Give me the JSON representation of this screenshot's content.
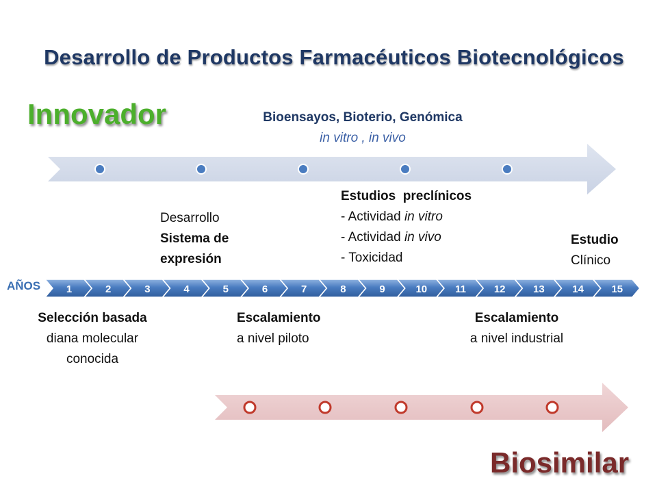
{
  "title": "Desarrollo de Productos Farmacéuticos Biotecnológicos",
  "innovador": {
    "label": "Innovador",
    "arrow_color": "#d5dcea",
    "dot_color": "#4a7cc0",
    "dots": 5,
    "top_label": "Bioensayos, Bioterio, Genómica",
    "top_sublabel": "in vitro ,   in vivo"
  },
  "stages_above": {
    "desarrollo": {
      "line1": "Desarrollo",
      "line2": "Sistema de",
      "line3": "expresión"
    },
    "preclinicos": {
      "heading": "Estudios  preclínicos",
      "item1_prefix": "- Actividad ",
      "item1_italic": "in vitro",
      "item2_prefix": "- Actividad ",
      "item2_italic": "in vivo",
      "item3": "- Toxicidad"
    },
    "clinico": {
      "line1": "Estudio",
      "line2": "Clínico"
    }
  },
  "years": {
    "label": "AÑOS",
    "values": [
      "1",
      "2",
      "3",
      "4",
      "5",
      "6",
      "7",
      "8",
      "9",
      "10",
      "11",
      "12",
      "13",
      "14",
      "15"
    ],
    "chevron_color": "#4a7cc0"
  },
  "stages_below": {
    "seleccion": {
      "line1": "Selección basada",
      "line2": "diana molecular",
      "line3": "conocida"
    },
    "piloto": {
      "line1": "Escalamiento",
      "line2": "a nivel piloto"
    },
    "industrial": {
      "line1": "Escalamiento",
      "line2": "a nivel industrial"
    }
  },
  "biosimilar": {
    "label": "Biosimilar",
    "arrow_color": "#ebcacc",
    "dot_color": "#c0392b",
    "dots": 5
  }
}
